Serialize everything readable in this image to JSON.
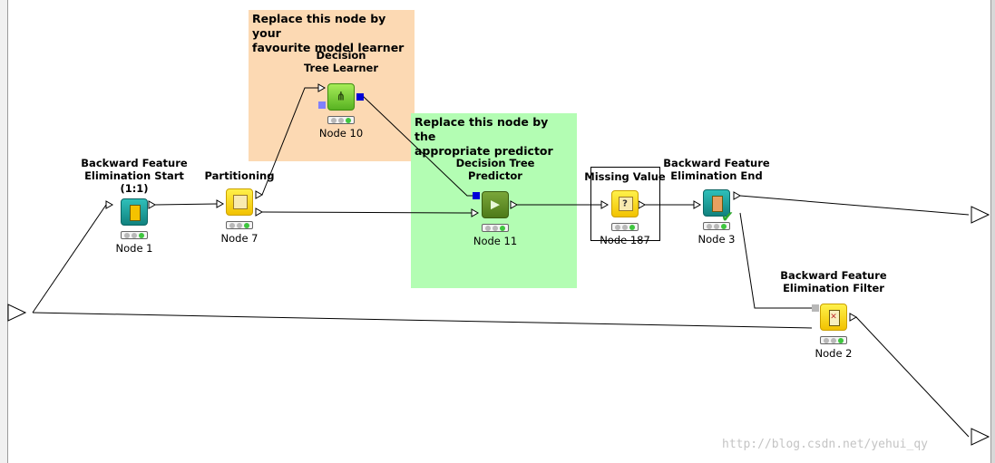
{
  "annotations": {
    "model_learner": "Replace this node by your\nfavourite model learner",
    "predictor": "Replace this node by the\nappropriate predictor"
  },
  "nodes": {
    "bfe_start": {
      "title": "Backward Feature\nElimination Start (1:1)",
      "label": "Node 1",
      "status": "green",
      "icon": "loop-start-icon"
    },
    "partitioning": {
      "title": "Partitioning",
      "label": "Node 7",
      "status": "green",
      "icon": "partition-icon"
    },
    "dt_learner": {
      "title": "Decision\nTree Learner",
      "label": "Node 10",
      "status": "green",
      "icon": "tree-learner-icon"
    },
    "dt_predictor": {
      "title": "Decision Tree\nPredictor",
      "label": "Node 11",
      "status": "green",
      "icon": "predictor-icon"
    },
    "missing_value": {
      "title": "Missing Value",
      "label": "Node 187",
      "status": "green",
      "icon": "missing-value-icon"
    },
    "bfe_end": {
      "title": "Backward Feature\nElimination End",
      "label": "Node 3",
      "status": "green",
      "icon": "loop-end-icon"
    },
    "bfe_filter": {
      "title": "Backward Feature\nElimination Filter",
      "label": "Node 2",
      "status": "green",
      "icon": "filter-icon"
    }
  },
  "watermark": "http://blog.csdn.net/yehui_qy",
  "colors": {
    "annotation_orange": "#fcd9b3",
    "annotation_green": "#b3fdb3",
    "status_green": "#3ec63e",
    "status_off": "#b8b8b8"
  }
}
